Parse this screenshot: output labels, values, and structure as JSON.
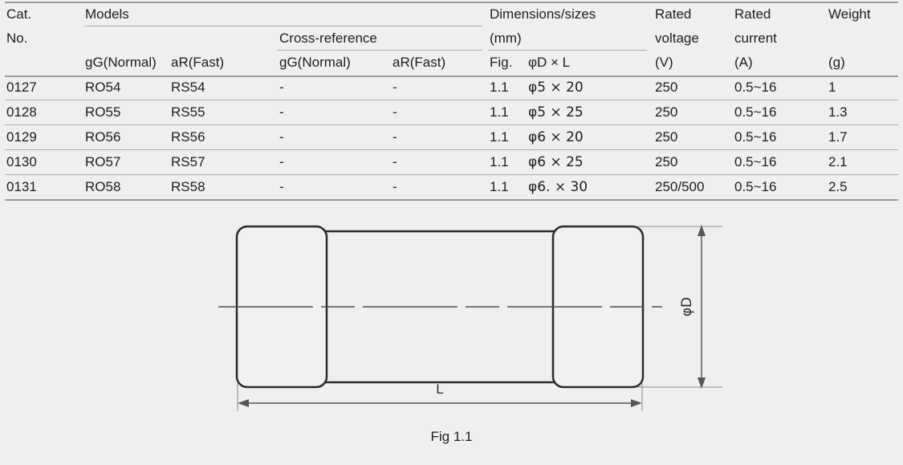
{
  "table": {
    "headers": {
      "cat_line1": "Cat.",
      "cat_line2": "No.",
      "models": "Models",
      "cross_reference": "Cross-reference",
      "models_gg": "gG(Normal)",
      "models_ar": "aR(Fast)",
      "xref_gg": "gG(Normal)",
      "xref_ar": "aR(Fast)",
      "dimensions_line1": "Dimensions/sizes",
      "dimensions_line2": "(mm)",
      "fig": "Fig.",
      "dia_len": "φD × L",
      "rated_voltage_line1": "Rated",
      "rated_voltage_line2": "voltage",
      "rated_voltage_unit": "(V)",
      "rated_current_line1": "Rated",
      "rated_current_line2": "current",
      "rated_current_unit": "(A)",
      "weight": "Weight",
      "weight_unit": "(g)"
    },
    "rows": [
      {
        "cat_no": "0127",
        "model_gg": "RO54",
        "model_ar": "RS54",
        "xref_gg": "-",
        "xref_ar": "-",
        "fig": "1.1",
        "dimension": "φ5 × 20",
        "rated_voltage": "250",
        "rated_current": "0.5~16",
        "weight": "1"
      },
      {
        "cat_no": "0128",
        "model_gg": "RO55",
        "model_ar": "RS55",
        "xref_gg": "-",
        "xref_ar": "-",
        "fig": "1.1",
        "dimension": "φ5 × 25",
        "rated_voltage": "250",
        "rated_current": "0.5~16",
        "weight": "1.3"
      },
      {
        "cat_no": "0129",
        "model_gg": "RO56",
        "model_ar": "RS56",
        "xref_gg": "-",
        "xref_ar": "-",
        "fig": "1.1",
        "dimension": "φ6 × 20",
        "rated_voltage": "250",
        "rated_current": "0.5~16",
        "weight": "1.7"
      },
      {
        "cat_no": "0130",
        "model_gg": "RO57",
        "model_ar": "RS57",
        "xref_gg": "-",
        "xref_ar": "-",
        "fig": "1.1",
        "dimension": "φ6 × 25",
        "rated_voltage": "250",
        "rated_current": "0.5~16",
        "weight": "2.1"
      },
      {
        "cat_no": "0131",
        "model_gg": "RO58",
        "model_ar": "RS58",
        "xref_gg": "-",
        "xref_ar": "-",
        "fig": "1.1",
        "dimension": "φ6. × 30",
        "rated_voltage": "250/500",
        "rated_current": "0.5~16",
        "weight": "2.5"
      }
    ]
  },
  "diagram": {
    "caption": "Fig 1.1",
    "length_label": "L",
    "diameter_label": "φD",
    "line_color": "#2b2b2b",
    "dimension_line_color": "#555555"
  }
}
